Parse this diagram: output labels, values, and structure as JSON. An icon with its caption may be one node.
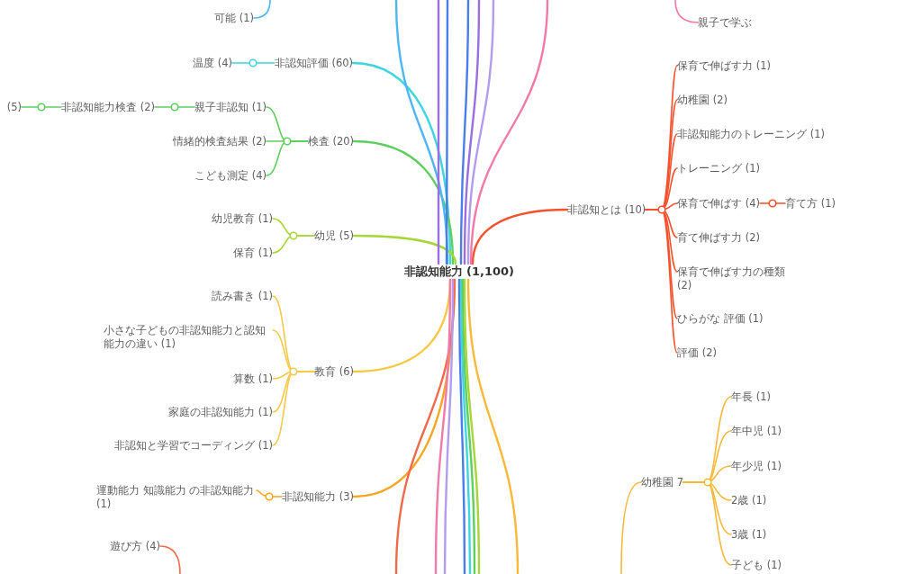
{
  "diagram": {
    "nodes": [
      {
        "text": [
          "非認知能力 (1,100)"
        ]
      },
      {
        "text": [
          "可能 (1)"
        ]
      },
      {
        "text": [
          "非認知評価 (60)"
        ]
      },
      {
        "text": [
          "温度 (4)"
        ]
      },
      {
        "text": [
          "検査 (20)"
        ]
      },
      {
        "text": [
          "親子非認知 (1)"
        ]
      },
      {
        "text": [
          "非認知能力検査 (2)"
        ]
      },
      {
        "text": [
          "(5)"
        ]
      },
      {
        "text": [
          "情緒的検査結果 (2)"
        ]
      },
      {
        "text": [
          "こども測定 (4)"
        ]
      },
      {
        "text": [
          "幼児 (5)"
        ]
      },
      {
        "text": [
          "幼児教育 (1)"
        ]
      },
      {
        "text": [
          "保育 (1)"
        ]
      },
      {
        "text": [
          "教育 (6)"
        ]
      },
      {
        "text": [
          "読み書き (1)"
        ]
      },
      {
        "text": [
          "小さな子どもの非認知能力と認知能力の違い (1)"
        ]
      },
      {
        "text": [
          "算数 (1)"
        ]
      },
      {
        "text": [
          "家庭の非認知能力 (1)"
        ]
      },
      {
        "text": [
          "非認知と学習でコーディング (1)"
        ]
      },
      {
        "text": [
          "非認知能力 (3)"
        ]
      },
      {
        "text": [
          "運動能力 知識能力 の非認知能力 (1)"
        ]
      },
      {
        "text": [
          "遊び方 (4)"
        ]
      },
      {
        "text": [
          "親子で学ぶ"
        ]
      },
      {
        "text": [
          "非認知とは (10)"
        ]
      },
      {
        "text": [
          "保育で伸ばす力 (1)"
        ]
      },
      {
        "text": [
          "幼稚園 (2)"
        ]
      },
      {
        "text": [
          "非認知能力のトレーニング (1)"
        ]
      },
      {
        "text": [
          "トレーニング (1)"
        ]
      },
      {
        "text": [
          "保育で伸ばす (4)"
        ]
      },
      {
        "text": [
          "育て方 (1)"
        ]
      },
      {
        "text": [
          "育て伸ばす力 (2)"
        ]
      },
      {
        "text": [
          "保育で伸ばす力の種類 (2)"
        ]
      },
      {
        "text": [
          "ひらがな 評価 (1)"
        ]
      },
      {
        "text": [
          "評価 (2)"
        ]
      },
      {
        "text": [
          "幼稚園 7"
        ]
      },
      {
        "text": [
          "年長 (1)"
        ]
      },
      {
        "text": [
          "年中児 (1)"
        ]
      },
      {
        "text": [
          "年少児 (1)"
        ]
      },
      {
        "text": [
          "2歳 (1)"
        ]
      },
      {
        "text": [
          "3歳 (1)"
        ]
      },
      {
        "text": [
          "子ども (1)"
        ]
      }
    ],
    "edges": [
      {
        "from": 0,
        "to": 2,
        "arrow": "none",
        "color": "#3dd6e0"
      },
      {
        "from": 2,
        "to": 3,
        "arrow": "none",
        "color": "#3dd6e0"
      },
      {
        "from": 0,
        "to": 4,
        "arrow": "none",
        "color": "#5ccf5c"
      },
      {
        "from": 4,
        "to": 5,
        "arrow": "none",
        "color": "#5ccf5c"
      },
      {
        "from": 5,
        "to": 6,
        "arrow": "none",
        "color": "#5ccf5c"
      },
      {
        "from": 6,
        "to": 7,
        "arrow": "none",
        "color": "#5ccf5c"
      },
      {
        "from": 4,
        "to": 8,
        "arrow": "none",
        "color": "#5ccf5c"
      },
      {
        "from": 4,
        "to": 9,
        "arrow": "none",
        "color": "#5ccf5c"
      },
      {
        "from": 0,
        "to": 10,
        "arrow": "none",
        "color": "#a6d63a"
      },
      {
        "from": 10,
        "to": 11,
        "arrow": "none",
        "color": "#a6d63a"
      },
      {
        "from": 10,
        "to": 12,
        "arrow": "none",
        "color": "#a6d63a"
      },
      {
        "from": 0,
        "to": 13,
        "arrow": "none",
        "color": "#f7c948"
      },
      {
        "from": 13,
        "to": 14,
        "arrow": "none",
        "color": "#f7c948"
      },
      {
        "from": 13,
        "to": 15,
        "arrow": "none",
        "color": "#f7c948"
      },
      {
        "from": 13,
        "to": 16,
        "arrow": "none",
        "color": "#f7c948"
      },
      {
        "from": 13,
        "to": 17,
        "arrow": "none",
        "color": "#f7c948"
      },
      {
        "from": 13,
        "to": 18,
        "arrow": "none",
        "color": "#f7c948"
      },
      {
        "from": 0,
        "to": 19,
        "arrow": "none",
        "color": "#f5a623"
      },
      {
        "from": 19,
        "to": 20,
        "arrow": "none",
        "color": "#f5a623"
      },
      {
        "from": 0,
        "to": 23,
        "arrow": "none",
        "color": "#f4512c"
      },
      {
        "from": 23,
        "to": 24,
        "arrow": "none",
        "color": "#f4512c"
      },
      {
        "from": 23,
        "to": 25,
        "arrow": "none",
        "color": "#f4512c"
      },
      {
        "from": 23,
        "to": 26,
        "arrow": "none",
        "color": "#f4512c"
      },
      {
        "from": 23,
        "to": 27,
        "arrow": "none",
        "color": "#f4512c"
      },
      {
        "from": 23,
        "to": 28,
        "arrow": "none",
        "color": "#f4512c"
      },
      {
        "from": 28,
        "to": 29,
        "arrow": "none",
        "color": "#f4512c"
      },
      {
        "from": 23,
        "to": 30,
        "arrow": "none",
        "color": "#f4512c"
      },
      {
        "from": 23,
        "to": 31,
        "arrow": "none",
        "color": "#f4512c"
      },
      {
        "from": 23,
        "to": 32,
        "arrow": "none",
        "color": "#f4512c"
      },
      {
        "from": 23,
        "to": 33,
        "arrow": "none",
        "color": "#f4512c"
      },
      {
        "from": 34,
        "to": 35,
        "arrow": "none",
        "color": "#f8b93a"
      },
      {
        "from": 34,
        "to": 36,
        "arrow": "none",
        "color": "#f8b93a"
      },
      {
        "from": 34,
        "to": 37,
        "arrow": "none",
        "color": "#f8b93a"
      },
      {
        "from": 34,
        "to": 38,
        "arrow": "none",
        "color": "#f8b93a"
      },
      {
        "from": 34,
        "to": 39,
        "arrow": "none",
        "color": "#f8b93a"
      },
      {
        "from": 34,
        "to": 40,
        "arrow": "none",
        "color": "#f8b93a"
      },
      {
        "from": null,
        "to": 1,
        "arrow": "none",
        "color": "#4db6f5"
      },
      {
        "from": null,
        "to": 21,
        "arrow": "none",
        "color": "#f06a4a"
      },
      {
        "from": null,
        "to": 22,
        "arrow": "none",
        "color": "#f07aa8"
      },
      {
        "from": null,
        "to": 34,
        "arrow": "none",
        "color": "#f8b93a"
      },
      {
        "from": 0,
        "to": null,
        "arrow": "none",
        "color": "#4db6f5"
      },
      {
        "from": 0,
        "to": null,
        "arrow": "none",
        "color": "#9b6ee0"
      },
      {
        "from": 0,
        "to": null,
        "arrow": "none",
        "color": "#4a7de8"
      },
      {
        "from": 0,
        "to": null,
        "arrow": "none",
        "color": "#4a7de8"
      },
      {
        "from": 0,
        "to": null,
        "arrow": "none",
        "color": "#9b6ee0"
      },
      {
        "from": 0,
        "to": null,
        "arrow": "none",
        "color": "#b39cf0"
      },
      {
        "from": 0,
        "to": null,
        "arrow": "none",
        "color": "#f07aa8"
      },
      {
        "from": 0,
        "to": null,
        "arrow": "none",
        "color": "#f06a4a"
      },
      {
        "from": 0,
        "to": null,
        "arrow": "none",
        "color": "#f07aa8"
      },
      {
        "from": 0,
        "to": null,
        "arrow": "none",
        "color": "#b39cf0"
      },
      {
        "from": 0,
        "to": null,
        "arrow": "none",
        "color": "#4a7de8"
      },
      {
        "from": 0,
        "to": null,
        "arrow": "none",
        "color": "#3dd6e0"
      },
      {
        "from": 0,
        "to": null,
        "arrow": "none",
        "color": "#5ccf5c"
      },
      {
        "from": 0,
        "to": null,
        "arrow": "none",
        "color": "#a6d63a"
      },
      {
        "from": 0,
        "to": null,
        "arrow": "none",
        "color": "#f8b93a"
      }
    ]
  }
}
